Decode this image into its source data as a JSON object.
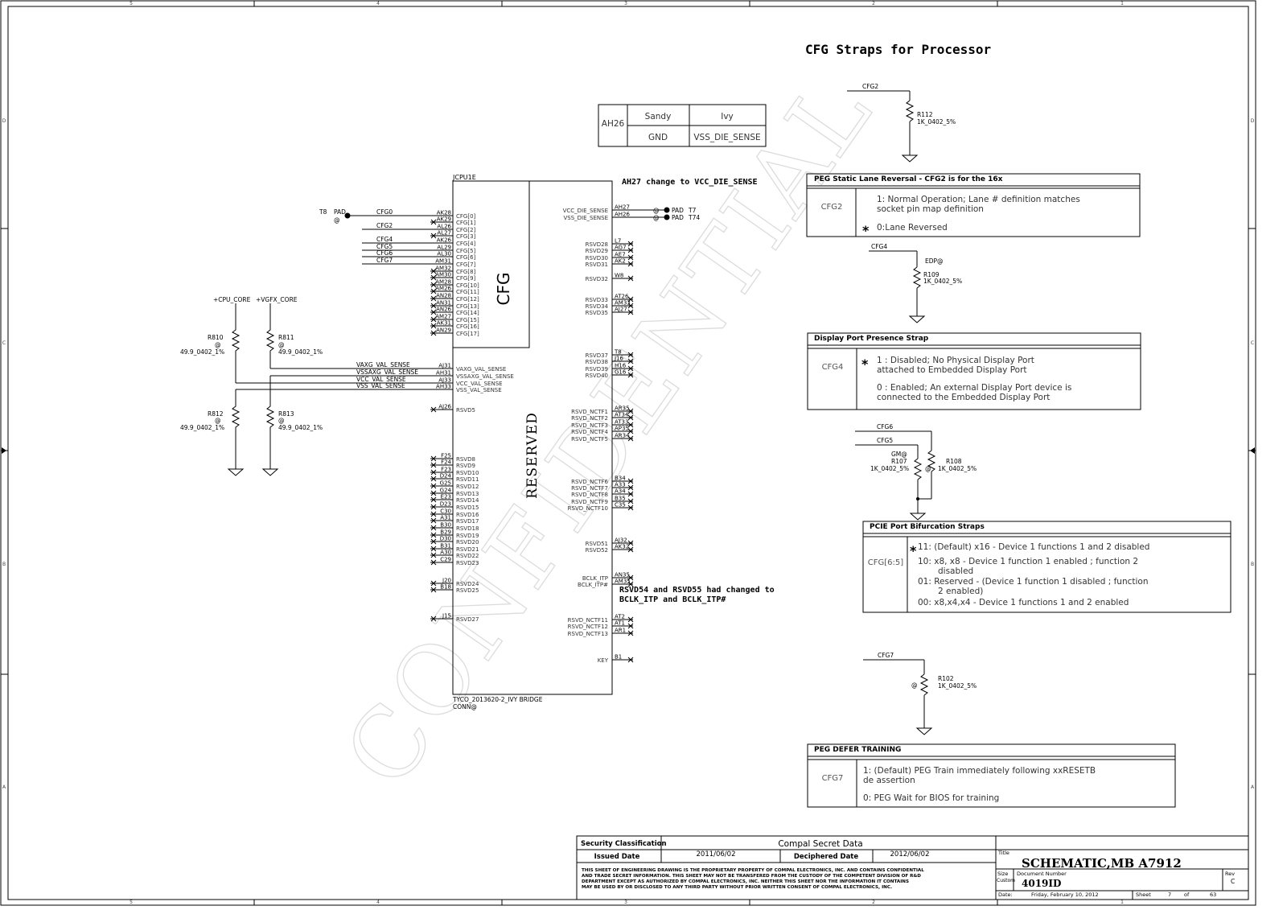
{
  "border": {
    "top_zones": [
      "5",
      "4",
      "3",
      "2",
      "1"
    ],
    "bottom_zones": [
      "5",
      "4",
      "3",
      "2",
      "1"
    ],
    "side_zones": [
      "D",
      "C",
      "B",
      "A"
    ]
  },
  "watermark": "CONFIDENTIAL",
  "page_title": "CFG Straps for Processor",
  "sandy_ivy_table": {
    "pin": "AH26",
    "headers": [
      "Sandy",
      "Ivy"
    ],
    "values": [
      "GND",
      "VSS_DIE_SENSE"
    ]
  },
  "notes": {
    "ah27_change": "AH27 change to VCC_DIE_SENSE",
    "rsvd_change_1": "RSVD54 and RSVD55 had changed to",
    "rsvd_change_2": "BCLK_ITP and BCLK_ITP#"
  },
  "cpu": {
    "refdes": "JCPU1E",
    "block_cfg": "CFG",
    "block_reserved": "RESERVED",
    "part_1": "TYCO_2013620-2_IVY BRIDGE",
    "part_2": "CONN@",
    "left_pins": [
      {
        "pin": "AK28",
        "sig": "CFG[0]"
      },
      {
        "pin": "AK29",
        "sig": "CFG[1]"
      },
      {
        "pin": "AL26",
        "sig": "CFG[2]"
      },
      {
        "pin": "AL27",
        "sig": "CFG[3]"
      },
      {
        "pin": "AK26",
        "sig": "CFG[4]"
      },
      {
        "pin": "AL29",
        "sig": "CFG[5]"
      },
      {
        "pin": "AL30",
        "sig": "CFG[6]"
      },
      {
        "pin": "AM31",
        "sig": "CFG[7]"
      },
      {
        "pin": "AM32",
        "sig": "CFG[8]"
      },
      {
        "pin": "AM30",
        "sig": "CFG[9]"
      },
      {
        "pin": "AM28",
        "sig": "CFG[10]"
      },
      {
        "pin": "AM26",
        "sig": "CFG[11]"
      },
      {
        "pin": "AN28",
        "sig": "CFG[12]"
      },
      {
        "pin": "AN31",
        "sig": "CFG[13]"
      },
      {
        "pin": "AN26",
        "sig": "CFG[14]"
      },
      {
        "pin": "AM27",
        "sig": "CFG[15]"
      },
      {
        "pin": "AK31",
        "sig": "CFG[16]"
      },
      {
        "pin": "AN29",
        "sig": "CFG[17]"
      },
      {
        "pin": "AJ31",
        "sig": "VAXG_VAL_SENSE"
      },
      {
        "pin": "AH31",
        "sig": "VSSAXG_VAL_SENSE"
      },
      {
        "pin": "AJ33",
        "sig": "VCC_VAL_SENSE"
      },
      {
        "pin": "AH33",
        "sig": "VSS_VAL_SENSE"
      },
      {
        "pin": "AJ26",
        "sig": "RSVD5"
      },
      {
        "pin": "F25",
        "sig": "RSVD8"
      },
      {
        "pin": "F24",
        "sig": "RSVD9"
      },
      {
        "pin": "F23",
        "sig": "RSVD10"
      },
      {
        "pin": "D24",
        "sig": "RSVD11"
      },
      {
        "pin": "G25",
        "sig": "RSVD12"
      },
      {
        "pin": "G24",
        "sig": "RSVD13"
      },
      {
        "pin": "E23",
        "sig": "RSVD14"
      },
      {
        "pin": "D23",
        "sig": "RSVD15"
      },
      {
        "pin": "C30",
        "sig": "RSVD16"
      },
      {
        "pin": "A31",
        "sig": "RSVD17"
      },
      {
        "pin": "B30",
        "sig": "RSVD18"
      },
      {
        "pin": "B29",
        "sig": "RSVD19"
      },
      {
        "pin": "D30",
        "sig": "RSVD20"
      },
      {
        "pin": "B31",
        "sig": "RSVD21"
      },
      {
        "pin": "A30",
        "sig": "RSVD22"
      },
      {
        "pin": "C29",
        "sig": "RSVD23"
      },
      {
        "pin": "J20",
        "sig": "RSVD24"
      },
      {
        "pin": "B18",
        "sig": "RSVD25"
      },
      {
        "pin": "J15",
        "sig": "RSVD27"
      }
    ],
    "right_pins": [
      {
        "pin": "AH27",
        "sig": "VCC_DIE_SENSE"
      },
      {
        "pin": "AH26",
        "sig": "VSS_DIE_SENSE"
      },
      {
        "pin": "L7",
        "sig": "RSVD28"
      },
      {
        "pin": "AG7",
        "sig": "RSVD29"
      },
      {
        "pin": "AE7",
        "sig": "RSVD30"
      },
      {
        "pin": "AK2",
        "sig": "RSVD31"
      },
      {
        "pin": "W8",
        "sig": "RSVD32"
      },
      {
        "pin": "AT26",
        "sig": "RSVD33"
      },
      {
        "pin": "AM33",
        "sig": "RSVD34"
      },
      {
        "pin": "AJ27",
        "sig": "RSVD35"
      },
      {
        "pin": "T8",
        "sig": "RSVD37"
      },
      {
        "pin": "J16",
        "sig": "RSVD38"
      },
      {
        "pin": "H16",
        "sig": "RSVD39"
      },
      {
        "pin": "G16",
        "sig": "RSVD40"
      },
      {
        "pin": "AR35",
        "sig": "RSVD_NCTF1"
      },
      {
        "pin": "AT34",
        "sig": "RSVD_NCTF2"
      },
      {
        "pin": "AT33",
        "sig": "RSVD_NCTF3"
      },
      {
        "pin": "AP35",
        "sig": "RSVD_NCTF4"
      },
      {
        "pin": "AR34",
        "sig": "RSVD_NCTF5"
      },
      {
        "pin": "B34",
        "sig": "RSVD_NCTF6"
      },
      {
        "pin": "A33",
        "sig": "RSVD_NCTF7"
      },
      {
        "pin": "A34",
        "sig": "RSVD_NCTF8"
      },
      {
        "pin": "B35",
        "sig": "RSVD_NCTF9"
      },
      {
        "pin": "C35",
        "sig": "RSVD_NCTF10"
      },
      {
        "pin": "AJ32",
        "sig": "RSVD51"
      },
      {
        "pin": "AK32",
        "sig": "RSVD52"
      },
      {
        "pin": "AN35",
        "sig": "BCLK_ITP"
      },
      {
        "pin": "AM35",
        "sig": "BCLK_ITP#"
      },
      {
        "pin": "AT2",
        "sig": "RSVD_NCTF11"
      },
      {
        "pin": "AT1",
        "sig": "RSVD_NCTF12"
      },
      {
        "pin": "AR1",
        "sig": "RSVD_NCTF13"
      },
      {
        "pin": "B1",
        "sig": "KEY"
      }
    ]
  },
  "left_nets": {
    "cfg_labels": [
      "CFG0",
      "CFG2",
      "CFG4",
      "CFG5",
      "CFG6",
      "CFG7"
    ],
    "t8_pad": "T8",
    "pad": "PAD",
    "at": "@",
    "rails": [
      "+CPU_CORE",
      "+VGFX_CORE"
    ],
    "val_sense": [
      "VAXG_VAL_SENSE",
      "VSSAXG_VAL_SENSE",
      "VCC_VAL_SENSE",
      "VSS_VAL_SENSE"
    ],
    "resistors": [
      {
        "ref": "R810",
        "value": "49.9_0402_1%"
      },
      {
        "ref": "R811",
        "value": "49.9_0402_1%"
      },
      {
        "ref": "R812",
        "value": "49.9_0402_1%"
      },
      {
        "ref": "R813",
        "value": "49.9_0402_1%"
      }
    ]
  },
  "die_sense_pads": [
    {
      "pad": "PAD",
      "tp": "T7"
    },
    {
      "pad": "PAD",
      "tp": "T74"
    }
  ],
  "straps": {
    "r112": {
      "net": "CFG2",
      "ref": "R112",
      "value": "1K_0402_5%"
    },
    "r109": {
      "net": "CFG4",
      "opt": "EDP@",
      "ref": "R109",
      "value": "1K_0402_5%"
    },
    "r107": {
      "net": "CFG5",
      "opt": "GM@",
      "ref": "R107",
      "value": "1K_0402_5%"
    },
    "r108": {
      "net": "CFG6",
      "opt": "@",
      "ref": "R108",
      "value": "1K_0402_5%"
    },
    "r102": {
      "net": "CFG7",
      "opt": "@",
      "ref": "R102",
      "value": "1K_0402_5%"
    }
  },
  "boxes": {
    "peg_reversal": {
      "title": "PEG Static Lane Reversal - CFG2 is for the 16x",
      "label": "CFG2",
      "lines": [
        "1: Normal Operation; Lane #  definition matches",
        "socket pin map definition",
        "0:Lane Reversed"
      ]
    },
    "display_port": {
      "title": "Display Port Presence Strap",
      "label": "CFG4",
      "lines": [
        "1 : Disabled; No Physical Display Port",
        "attached to Embedded Display Port",
        "0 : Enabled; An external Display Port device is",
        "connected to the Embedded Display Port"
      ]
    },
    "pcie_bifurcation": {
      "title": "PCIE Port Bifurcation Straps",
      "label": "CFG[6:5]",
      "lines": [
        "11: (Default) x16 - Device 1 functions 1 and 2 disabled",
        "10: x8, x8 - Device 1 function 1 enabled ; function 2",
        "disabled",
        "01: Reserved - (Device 1 function 1 disabled ; function",
        "2 enabled)",
        "00: x8,x4,x4 - Device 1 functions 1 and 2 enabled"
      ]
    },
    "peg_defer": {
      "title": "PEG DEFER TRAINING",
      "label": "CFG7",
      "lines": [
        "1: (Default) PEG Train immediately following xxRESETB",
        "de assertion",
        "0: PEG Wait for BIOS for training"
      ]
    }
  },
  "title_block": {
    "security_label": "Security Classification",
    "security_value": "Compal Secret Data",
    "issued_label": "Issued Date",
    "issued_value": "2011/06/02",
    "deciphered_label": "Deciphered Date",
    "deciphered_value": "2012/06/02",
    "notice": [
      "THIS SHEET OF ENGINEERING DRAWING IS THE PROPRIETARY PROPERTY OF COMPAL ELECTRONICS, INC. AND CONTAINS CONFIDENTIAL",
      "AND TRADE SECRET INFORMATION. THIS SHEET MAY NOT BE TRANSFERED FROM THE CUSTODY OF THE COMPETENT DIVISION OF R&D",
      "DEPARTMENT EXCEPT AS AUTHORIZED BY COMPAL ELECTRONICS, INC. NEITHER THIS SHEET NOR THE INFORMATION IT CONTAINS",
      "MAY BE USED BY OR DISCLOSED TO ANY THIRD PARTY WITHOUT PRIOR WRITTEN CONSENT OF COMPAL ELECTRONICS, INC."
    ],
    "title_label": "Title",
    "title_value": "SCHEMATIC,MB A7912",
    "size_label": "Size",
    "size_value": "Custom",
    "docnum_label": "Document Number",
    "docnum_value": "4019ID",
    "rev_label": "Rev",
    "rev_value": "C",
    "date_label": "Date:",
    "date_value": "Friday, February 10, 2012",
    "sheet_label": "Sheet",
    "sheet_value": "7",
    "of_label": "of",
    "of_value": "63"
  }
}
